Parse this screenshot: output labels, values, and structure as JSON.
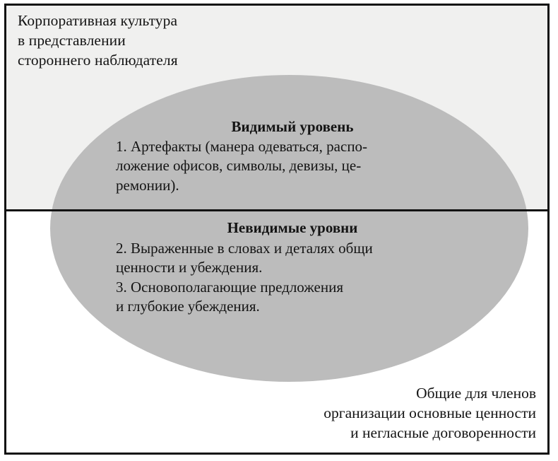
{
  "diagram": {
    "title_caption": "Корпоративная культура\nв представлении\nстороннего наблюдателя",
    "bottom_caption": "Общие для членов\nорганизации основные ценности\nи негласные договоренности",
    "levels": [
      {
        "id": "visible",
        "heading": "Видимый уровень",
        "body": "1. Артефакты (манера одеваться, распо-\nложение офисов, символы, девизы, це-\nремонии)."
      },
      {
        "id": "invisible",
        "heading": "Невидимые уровни",
        "body": "2. Выраженные в словах и деталях общи\nценности и убеждения.\n3. Основополагающие предложения\nи глубокие убеждения."
      }
    ],
    "colors": {
      "ellipse_fill": "#bcbcbc",
      "upper_band": "#f0f0ef",
      "lower_band": "#ffffff",
      "frame_line": "#121212",
      "text": "#141414"
    }
  }
}
